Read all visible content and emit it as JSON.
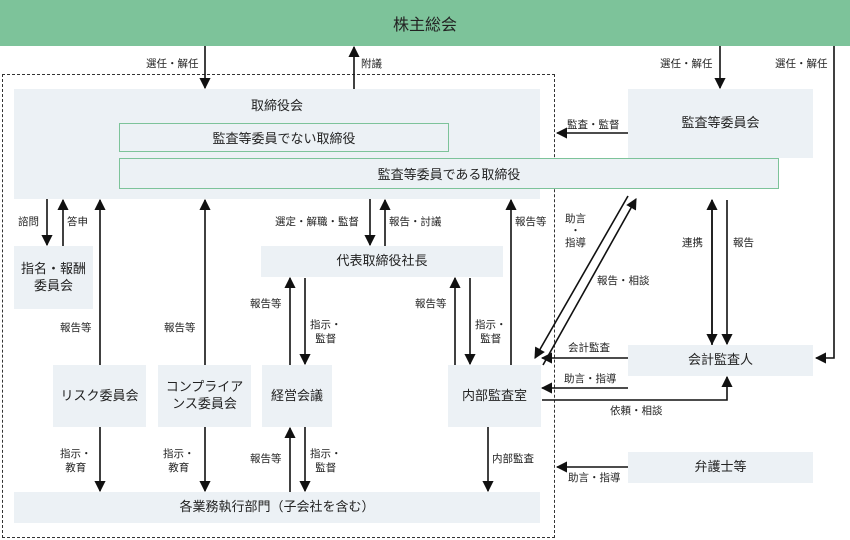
{
  "shareholders": "株主総会",
  "board": {
    "title": "取締役会",
    "non_audit": "監査等委員でない取締役",
    "audit": "監査等委員である取締役"
  },
  "audit_committee": "監査等委員会",
  "nomination": "指名・報酬\n委員会",
  "ceo": "代表取締役社長",
  "risk": "リスク委員会",
  "compliance": "コンプライア\nンス委員会",
  "management": "経営会議",
  "internal_audit": "内部監査室",
  "accounting_auditor": "会計監査人",
  "lawyer": "弁護士等",
  "business": "各業務執行部門（子会社を含む）",
  "labels": {
    "elect1": "選任・解任",
    "attach": "附議",
    "elect2": "選任・解任",
    "elect3": "選任・解任",
    "audit_supervise": "監査・監督",
    "consult": "諮問",
    "reply": "答申",
    "appoint": "選定・解職・監督",
    "report_discuss": "報告・討議",
    "report_etc_ia": "報告等",
    "advice_guide_v": "助言\n・\n指導",
    "report_consult": "報告・相談",
    "liaison": "連携",
    "report": "報告",
    "report_etc_nom": "報告等",
    "report_etc_comp": "報告等",
    "report_etc_mgmt": "報告等",
    "instr_supervise_mgmt": "指示・\n監督",
    "report_etc_ceo_ia": "報告等",
    "instr_supervise_ia": "指示・\n監督",
    "accounting_audit": "会計監査",
    "advice_guide_h": "助言・指導",
    "request_consult": "依頼・相談",
    "instr_edu_risk": "指示・\n教育",
    "instr_edu_comp": "指示・\n教育",
    "report_etc_bus": "報告等",
    "instr_supervise_bus": "指示・\n監督",
    "internal_audit_label": "内部監査",
    "advice_guide_lawyer": "助言・指導"
  }
}
